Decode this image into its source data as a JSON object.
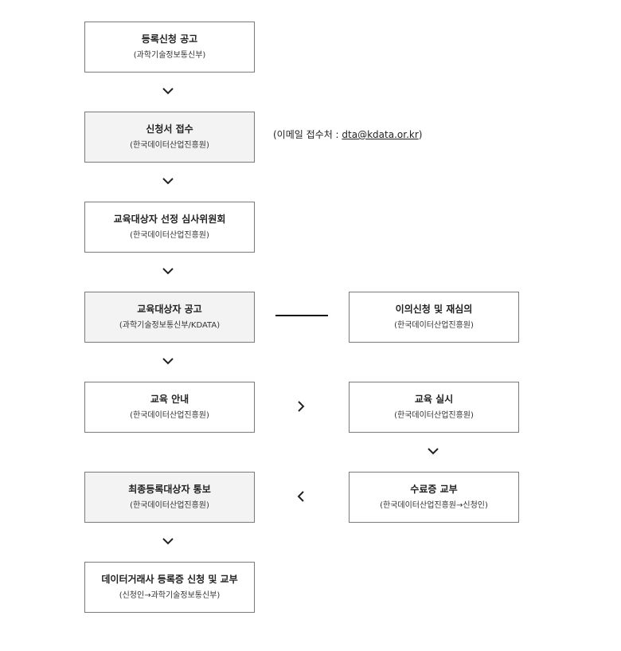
{
  "steps": [
    {
      "title": "등록신청 공고",
      "sub": "(과학기술정보통신부)"
    },
    {
      "title": "신청서 접수",
      "sub": "(한국데이터산업진흥원)"
    },
    {
      "title": "교육대상자 선정 심사위원회",
      "sub": "(한국데이터산업진흥원)"
    },
    {
      "title": "교육대상자 공고",
      "sub": "(과학기술정보통신부/KDATA)"
    },
    {
      "title": "교육 안내",
      "sub": "(한국데이터산업진흥원)"
    },
    {
      "title": "최종등록대상자 통보",
      "sub": "(한국데이터산업진흥원)"
    },
    {
      "title": "데이터거래사 등록증 신청 및 교부",
      "sub": "(신청인→과학기술정보통신부)"
    }
  ],
  "side_steps": [
    {
      "title": "이의신청 및 재심의",
      "sub": "(한국데이터산업진흥원)"
    },
    {
      "title": "교육 실시",
      "sub": "(한국데이터산업진흥원)"
    },
    {
      "title": "수료증 교부",
      "sub": "(한국데이터산업진흥원→신청인)"
    }
  ],
  "email_note": {
    "prefix": "(이메일 접수처 : ",
    "email": "dta@kdata.or.kr",
    "suffix": ")"
  },
  "icons": {
    "down": "chevron-down-icon",
    "right": "chevron-right-icon",
    "left": "chevron-left-icon"
  },
  "colors": {
    "border": "#7a7a7a",
    "gray_fill": "#f3f3f3",
    "white_fill": "#ffffff",
    "text": "#222222"
  }
}
